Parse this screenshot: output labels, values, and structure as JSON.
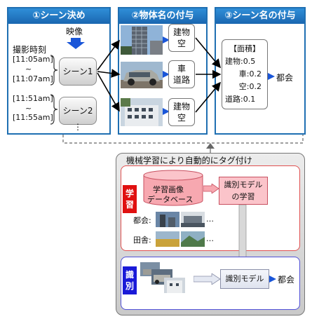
{
  "panel1": {
    "title": "①シーン決め",
    "video_label": "映像",
    "time_heading": "撮影時刻",
    "scene1": {
      "start": "[11:05am]",
      "tilde": "~",
      "end": "[11:07am]",
      "label": "シーン1"
    },
    "scene2": {
      "start": "[11:51am]",
      "tilde": "~",
      "end": "[11:55am]",
      "label": "シーン2"
    },
    "ellipsis": "⋮"
  },
  "panel2": {
    "title": "②物体名の付与",
    "objects": [
      {
        "line1": "建物",
        "line2": "空"
      },
      {
        "line1": "車",
        "line2": "道路"
      },
      {
        "line1": "建物",
        "line2": "空"
      }
    ]
  },
  "panel3": {
    "title": "③シーン名の付与",
    "area_heading": "【面積】",
    "areas": [
      "建物:0.5",
      "車:0.2",
      "空:0.2",
      "道路:0.1"
    ],
    "result": "都会"
  },
  "ml": {
    "title": "機械学習により自動的にタグ付け",
    "learn_tag": "学習",
    "db_label_1": "学習画像",
    "db_label_2": "データベース",
    "learn_model_1": "識別モデル",
    "learn_model_2": "の学習",
    "city_label": "都会:",
    "rural_label": "田舎:",
    "ellipsis": "…",
    "identify_tag": "識別",
    "model_label": "識別モデル",
    "output": "都会"
  },
  "colors": {
    "panel_border": "#1f6fb2",
    "learn": "#e01010",
    "identify": "#1a1ad8",
    "arrow": "#1a56d8"
  }
}
